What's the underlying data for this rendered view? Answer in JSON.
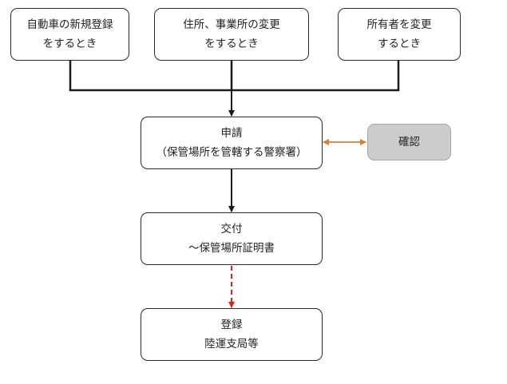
{
  "colors": {
    "line": "#1a1a1a",
    "verify_arrow": "#e07c2c",
    "dashed_arrow": "#e0221b",
    "verify_fill": "#cccccc"
  },
  "boxes": {
    "new_registration": {
      "line1": "自動車の新規登録",
      "line2": "をするとき"
    },
    "address_change": {
      "line1": "住所、事業所の変更",
      "line2": "をするとき"
    },
    "owner_change": {
      "line1": "所有者を変更",
      "line2": "するとき"
    },
    "application": {
      "line1": "申請",
      "line2": "（保管場所を管轄する警察署）"
    },
    "confirmation": {
      "line1": "確認"
    },
    "issuance": {
      "line1": "交付",
      "line2": "～保管場所証明書"
    },
    "registration": {
      "line1": "登録",
      "line2": "陸運支局等"
    }
  }
}
